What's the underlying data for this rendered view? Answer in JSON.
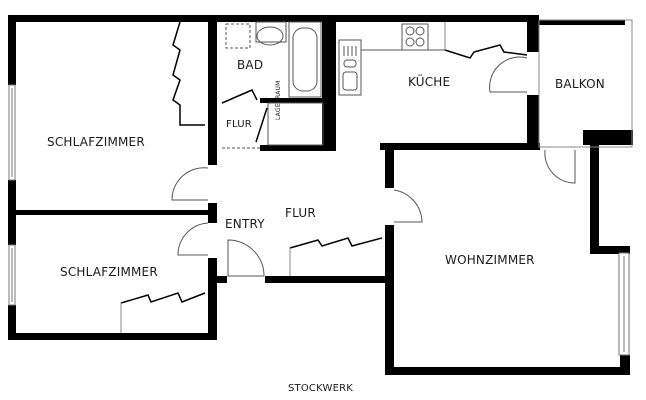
{
  "plan": {
    "title": "STOCKWERK",
    "wall_color": "#000000",
    "line_color": "#555555"
  },
  "rooms": [
    {
      "id": "schlafzimmer-1",
      "label": "SCHLAFZIMMER"
    },
    {
      "id": "bad",
      "label": "BAD"
    },
    {
      "id": "flur-small",
      "label": "FLUR"
    },
    {
      "id": "lagerraum",
      "label": "LAGERRAUM"
    },
    {
      "id": "kueche",
      "label": "KÜCHE"
    },
    {
      "id": "balkon",
      "label": "BALKON"
    },
    {
      "id": "entry",
      "label": "ENTRY"
    },
    {
      "id": "flur",
      "label": "FLUR"
    },
    {
      "id": "schlafzimmer-2",
      "label": "SCHLAFZIMMER"
    },
    {
      "id": "wohnzimmer",
      "label": "WOHNZIMMER"
    }
  ],
  "fixtures": [
    "shower-tray",
    "toilet",
    "bathtub",
    "sink",
    "stove",
    "wardrobe",
    "door",
    "window"
  ]
}
